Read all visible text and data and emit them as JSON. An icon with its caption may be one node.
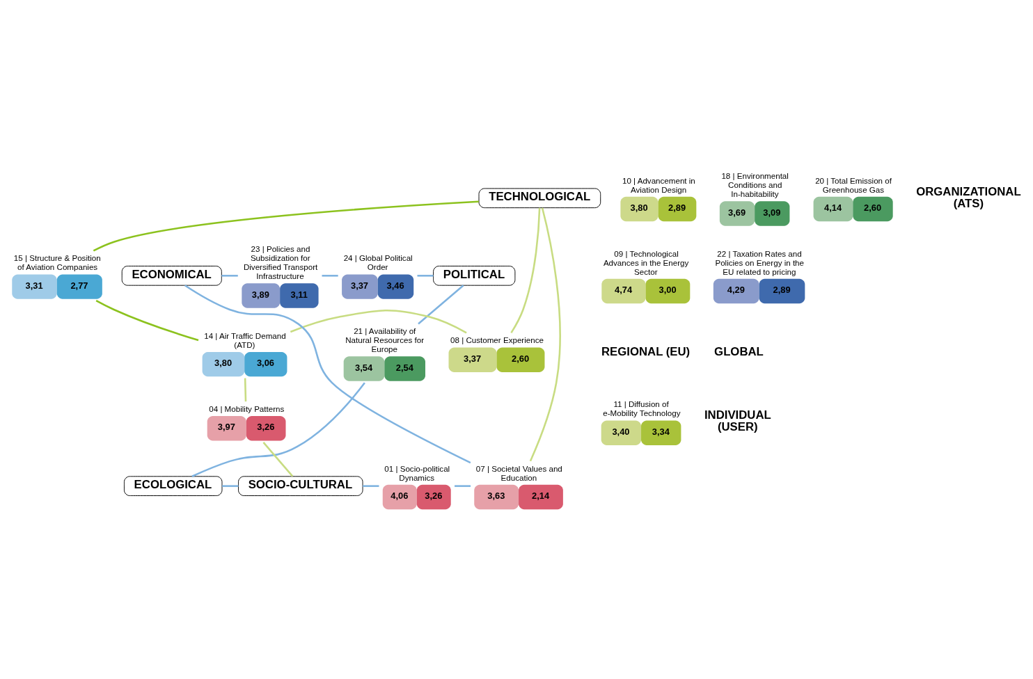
{
  "diagram": {
    "nodes": [
      {
        "text": [
          "ECONOMICAL"
        ]
      },
      {
        "text": [
          "23 | Policies and Subsidization for Diversified Transport Infrastructure",
          "3,89",
          "3,11"
        ]
      },
      {
        "text": [
          "24 | Global Political Order",
          "3,37",
          "3,46"
        ]
      },
      {
        "text": [
          "POLITICAL"
        ]
      },
      {
        "text": [
          "09 | Technological Advances in the Energy Sector",
          "4,74",
          "3,00"
        ]
      },
      {
        "text": [
          "15 | Structure & Position of Aviation Companies",
          "3,31",
          "2,77"
        ]
      },
      {
        "text": [
          "22 | Taxation Rates and Policies on Energy in the EU related to pricing",
          "4,29",
          "2,89"
        ]
      },
      {
        "text": [
          "10 | Advancement in Aviation Design",
          "3,80",
          "2,89"
        ]
      },
      {
        "text": [
          "TECHNOLOGICAL"
        ]
      },
      {
        "text": [
          "08 | Customer Experience",
          "3,37",
          "2,60"
        ]
      },
      {
        "text": [
          "14 | Air Traffic Demand (ATD)",
          "3,80",
          "3,06"
        ]
      },
      {
        "text": [
          "21 | Availability of Natural Resources for Europe",
          "3,54",
          "2,54"
        ]
      },
      {
        "text": [
          "11 | Diffusion of e-Mobility Technology",
          "3,40",
          "3,34"
        ]
      },
      {
        "text": [
          "04 | Mobility Patterns",
          "3,97",
          "3,26"
        ]
      },
      {
        "text": [
          "07 | Societal Values and Education",
          "3,63",
          "2,14"
        ]
      },
      {
        "text": [
          "01 | Socio-political Dynamics",
          "4,06",
          "3,26"
        ]
      },
      {
        "text": [
          "SOCIO-CULTURAL"
        ]
      },
      {
        "text": [
          "ECOLOGICAL"
        ]
      },
      {
        "text": [
          "18 | Environmental Conditions and In-habitability",
          "3,69",
          "3,09"
        ]
      },
      {
        "text": [
          "20 | Total Emission of Greenhouse Gas",
          "4,14",
          "2,60"
        ]
      }
    ],
    "edges": [
      {
        "from": 0,
        "to": 1,
        "arrow": "none"
      },
      {
        "from": 1,
        "to": 2,
        "arrow": "none"
      },
      {
        "from": 2,
        "to": 3,
        "arrow": "none"
      },
      {
        "from": 3,
        "to": 11,
        "arrow": "none"
      },
      {
        "from": 11,
        "to": 17,
        "arrow": "none"
      },
      {
        "from": 17,
        "to": 16,
        "arrow": "none"
      },
      {
        "from": 16,
        "to": 15,
        "arrow": "none"
      },
      {
        "from": 15,
        "to": 14,
        "arrow": "none"
      },
      {
        "from": 14,
        "to": 0,
        "arrow": "none"
      },
      {
        "from": 8,
        "to": 5,
        "arrow": "none",
        "color": "#8cc21e"
      },
      {
        "from": 5,
        "to": 10,
        "arrow": "none",
        "color": "#8cc21e"
      },
      {
        "from": 8,
        "to": 9,
        "arrow": "none",
        "color": "#c8dc82"
      },
      {
        "from": 9,
        "to": 10,
        "arrow": "none",
        "color": "#c8dc82"
      },
      {
        "from": 8,
        "to": 14,
        "arrow": "none",
        "color": "#c8dc82"
      },
      {
        "from": 10,
        "to": 13,
        "arrow": "none",
        "color": "#c8dc82"
      },
      {
        "from": 13,
        "to": 16,
        "arrow": "none",
        "color": "#c8dc82"
      }
    ],
    "labels": [
      "ORGANIZATIONAL (ATS)",
      "REGIONAL (EU)",
      "GLOBAL",
      "INDIVIDUAL (USER)"
    ]
  }
}
